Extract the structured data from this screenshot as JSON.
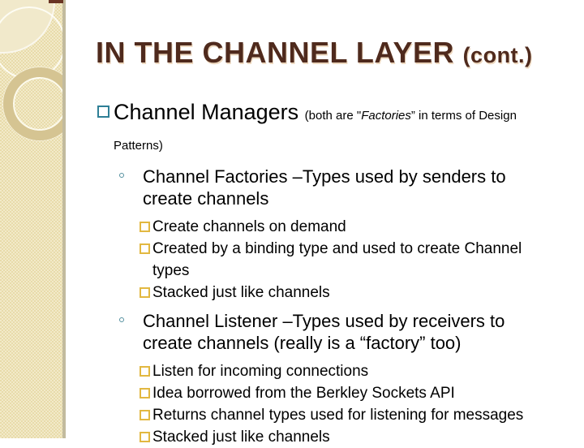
{
  "slide": {
    "title": {
      "main": "IN THE CHANNEL LAYER ",
      "suffix": "(cont.)"
    },
    "level1": {
      "main": "Channel Managers ",
      "paren_pre": "(both are \"",
      "paren_italic": "Factories",
      "paren_post": "” in terms of Design\nPatterns)"
    },
    "level2_factories": "Channel Factories –Types used by senders to\ncreate channels",
    "factories_sub": {
      "a": "Create channels on demand",
      "b": "Created by a binding type and used to create Channel\ntypes",
      "c": "Stacked just like channels"
    },
    "level2_listener": "Channel Listener –Types used by receivers to\ncreate channels (really is a “factory” too)",
    "listener_sub": {
      "a": "Listen for incoming connections",
      "b": "Idea borrowed from the Berkley Sockets API",
      "c": "Returns channel types used for listening for messages",
      "d": "Stacked just like channels"
    },
    "colors": {
      "title_brown": "#4f2a1d",
      "bullet_teal": "#2e7f96",
      "bullet_gold": "#e2b841",
      "sidebar_beige": "#e8dbaa"
    }
  }
}
